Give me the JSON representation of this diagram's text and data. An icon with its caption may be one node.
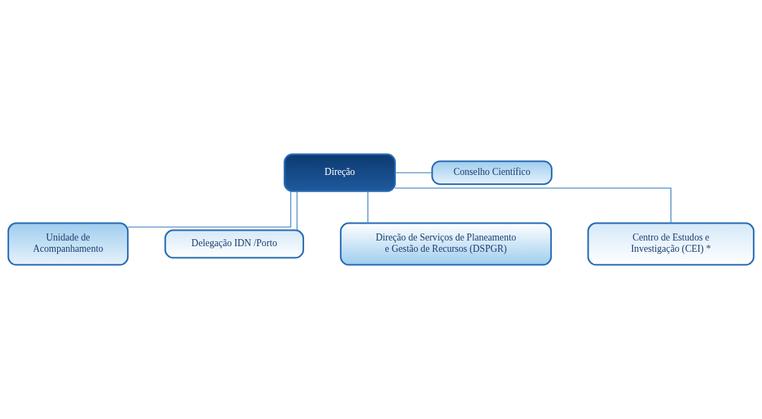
{
  "diagram": {
    "nodes": [
      {
        "text": [
          "Direção"
        ]
      },
      {
        "text": [
          "Conselho Científico"
        ]
      },
      {
        "text": [
          "Unidade de Acompanhamento"
        ]
      },
      {
        "text": [
          "Delegação IDN /Porto"
        ]
      },
      {
        "text": [
          "Direção de Serviços de Planeamento e Gestão de Recursos (DSPGR)"
        ]
      },
      {
        "text": [
          "Centro de Estudos e Investigação (CEI) *"
        ]
      }
    ],
    "edges": [
      {
        "from": 0,
        "to": 1,
        "arrow": "none"
      },
      {
        "from": 0,
        "to": 2,
        "arrow": "none"
      },
      {
        "from": 0,
        "to": 3,
        "arrow": "none"
      },
      {
        "from": 0,
        "to": 4,
        "arrow": "none"
      },
      {
        "from": 0,
        "to": 5,
        "arrow": "none"
      }
    ]
  }
}
